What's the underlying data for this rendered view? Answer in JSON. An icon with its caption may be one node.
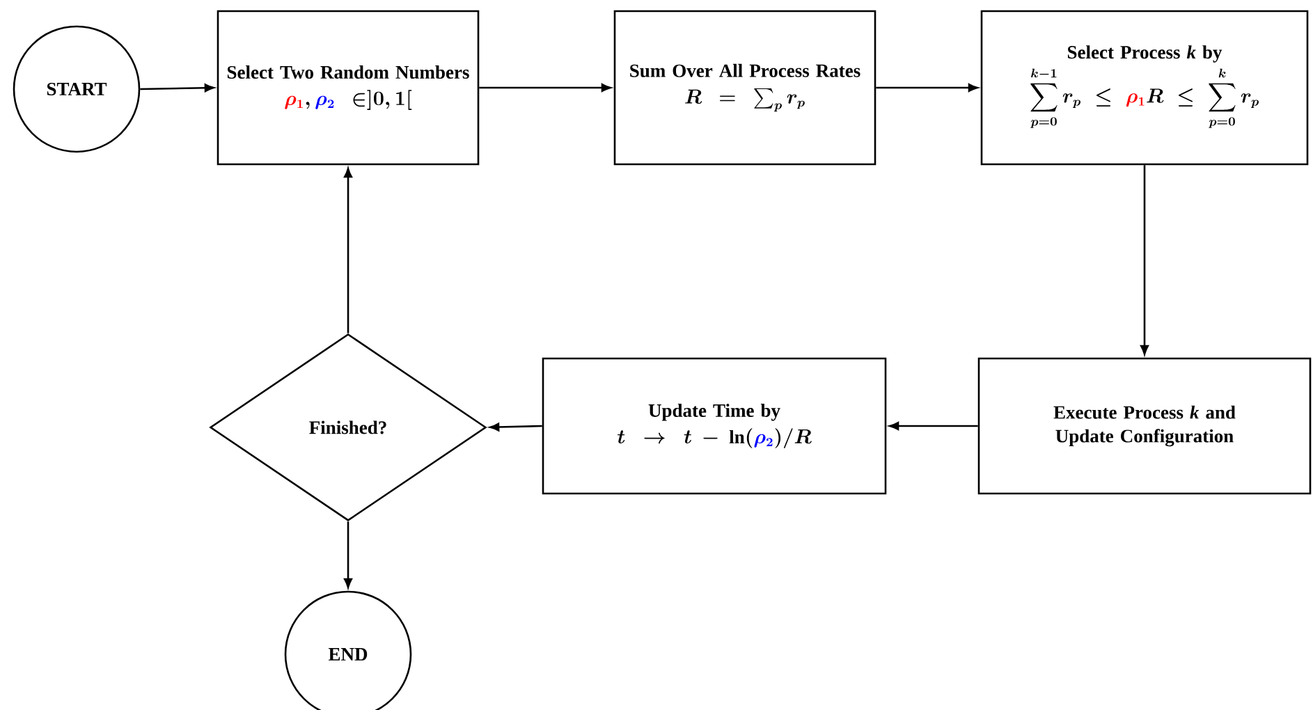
{
  "diagram": {
    "nodes": [
      {
        "text": [
          "START"
        ]
      },
      {
        "text": [
          "Select Two Random Numbers",
          "\\textcolor{red}{\\rho_1}, \\textcolor{blue}{\\rho_2} \\in ]0,1["
        ]
      },
      {
        "text": [
          "Sum Over All Process Rates",
          "R = \\sum_p r_p"
        ]
      },
      {
        "text": [
          "Select Process *k* by",
          "\\sum_{p=0}^{k-1} r_p \\leq \\textcolor{red}{\\rho_1} R \\leq \\sum_{p=0}^{k} r_p"
        ]
      },
      {
        "text": [
          "Execute Process *k* and Update Configuration"
        ]
      },
      {
        "text": [
          "Update Time by",
          "t \\rightarrow t - \\ln(\\textcolor{blue}{\\rho_2})/R"
        ]
      },
      {
        "text": [
          "Finished?"
        ]
      },
      {
        "text": [
          "END"
        ]
      }
    ],
    "edges": [
      {
        "from": 0,
        "to": 1,
        "arrow": "to"
      },
      {
        "from": 1,
        "to": 2,
        "arrow": "to"
      },
      {
        "from": 2,
        "to": 3,
        "arrow": "to"
      },
      {
        "from": 3,
        "to": 4,
        "arrow": "to"
      },
      {
        "from": 4,
        "to": 5,
        "arrow": "to"
      },
      {
        "from": 5,
        "to": 6,
        "arrow": "to"
      },
      {
        "from": 6,
        "to": 1,
        "arrow": "to"
      },
      {
        "from": 6,
        "to": 7,
        "arrow": "to"
      }
    ]
  }
}
